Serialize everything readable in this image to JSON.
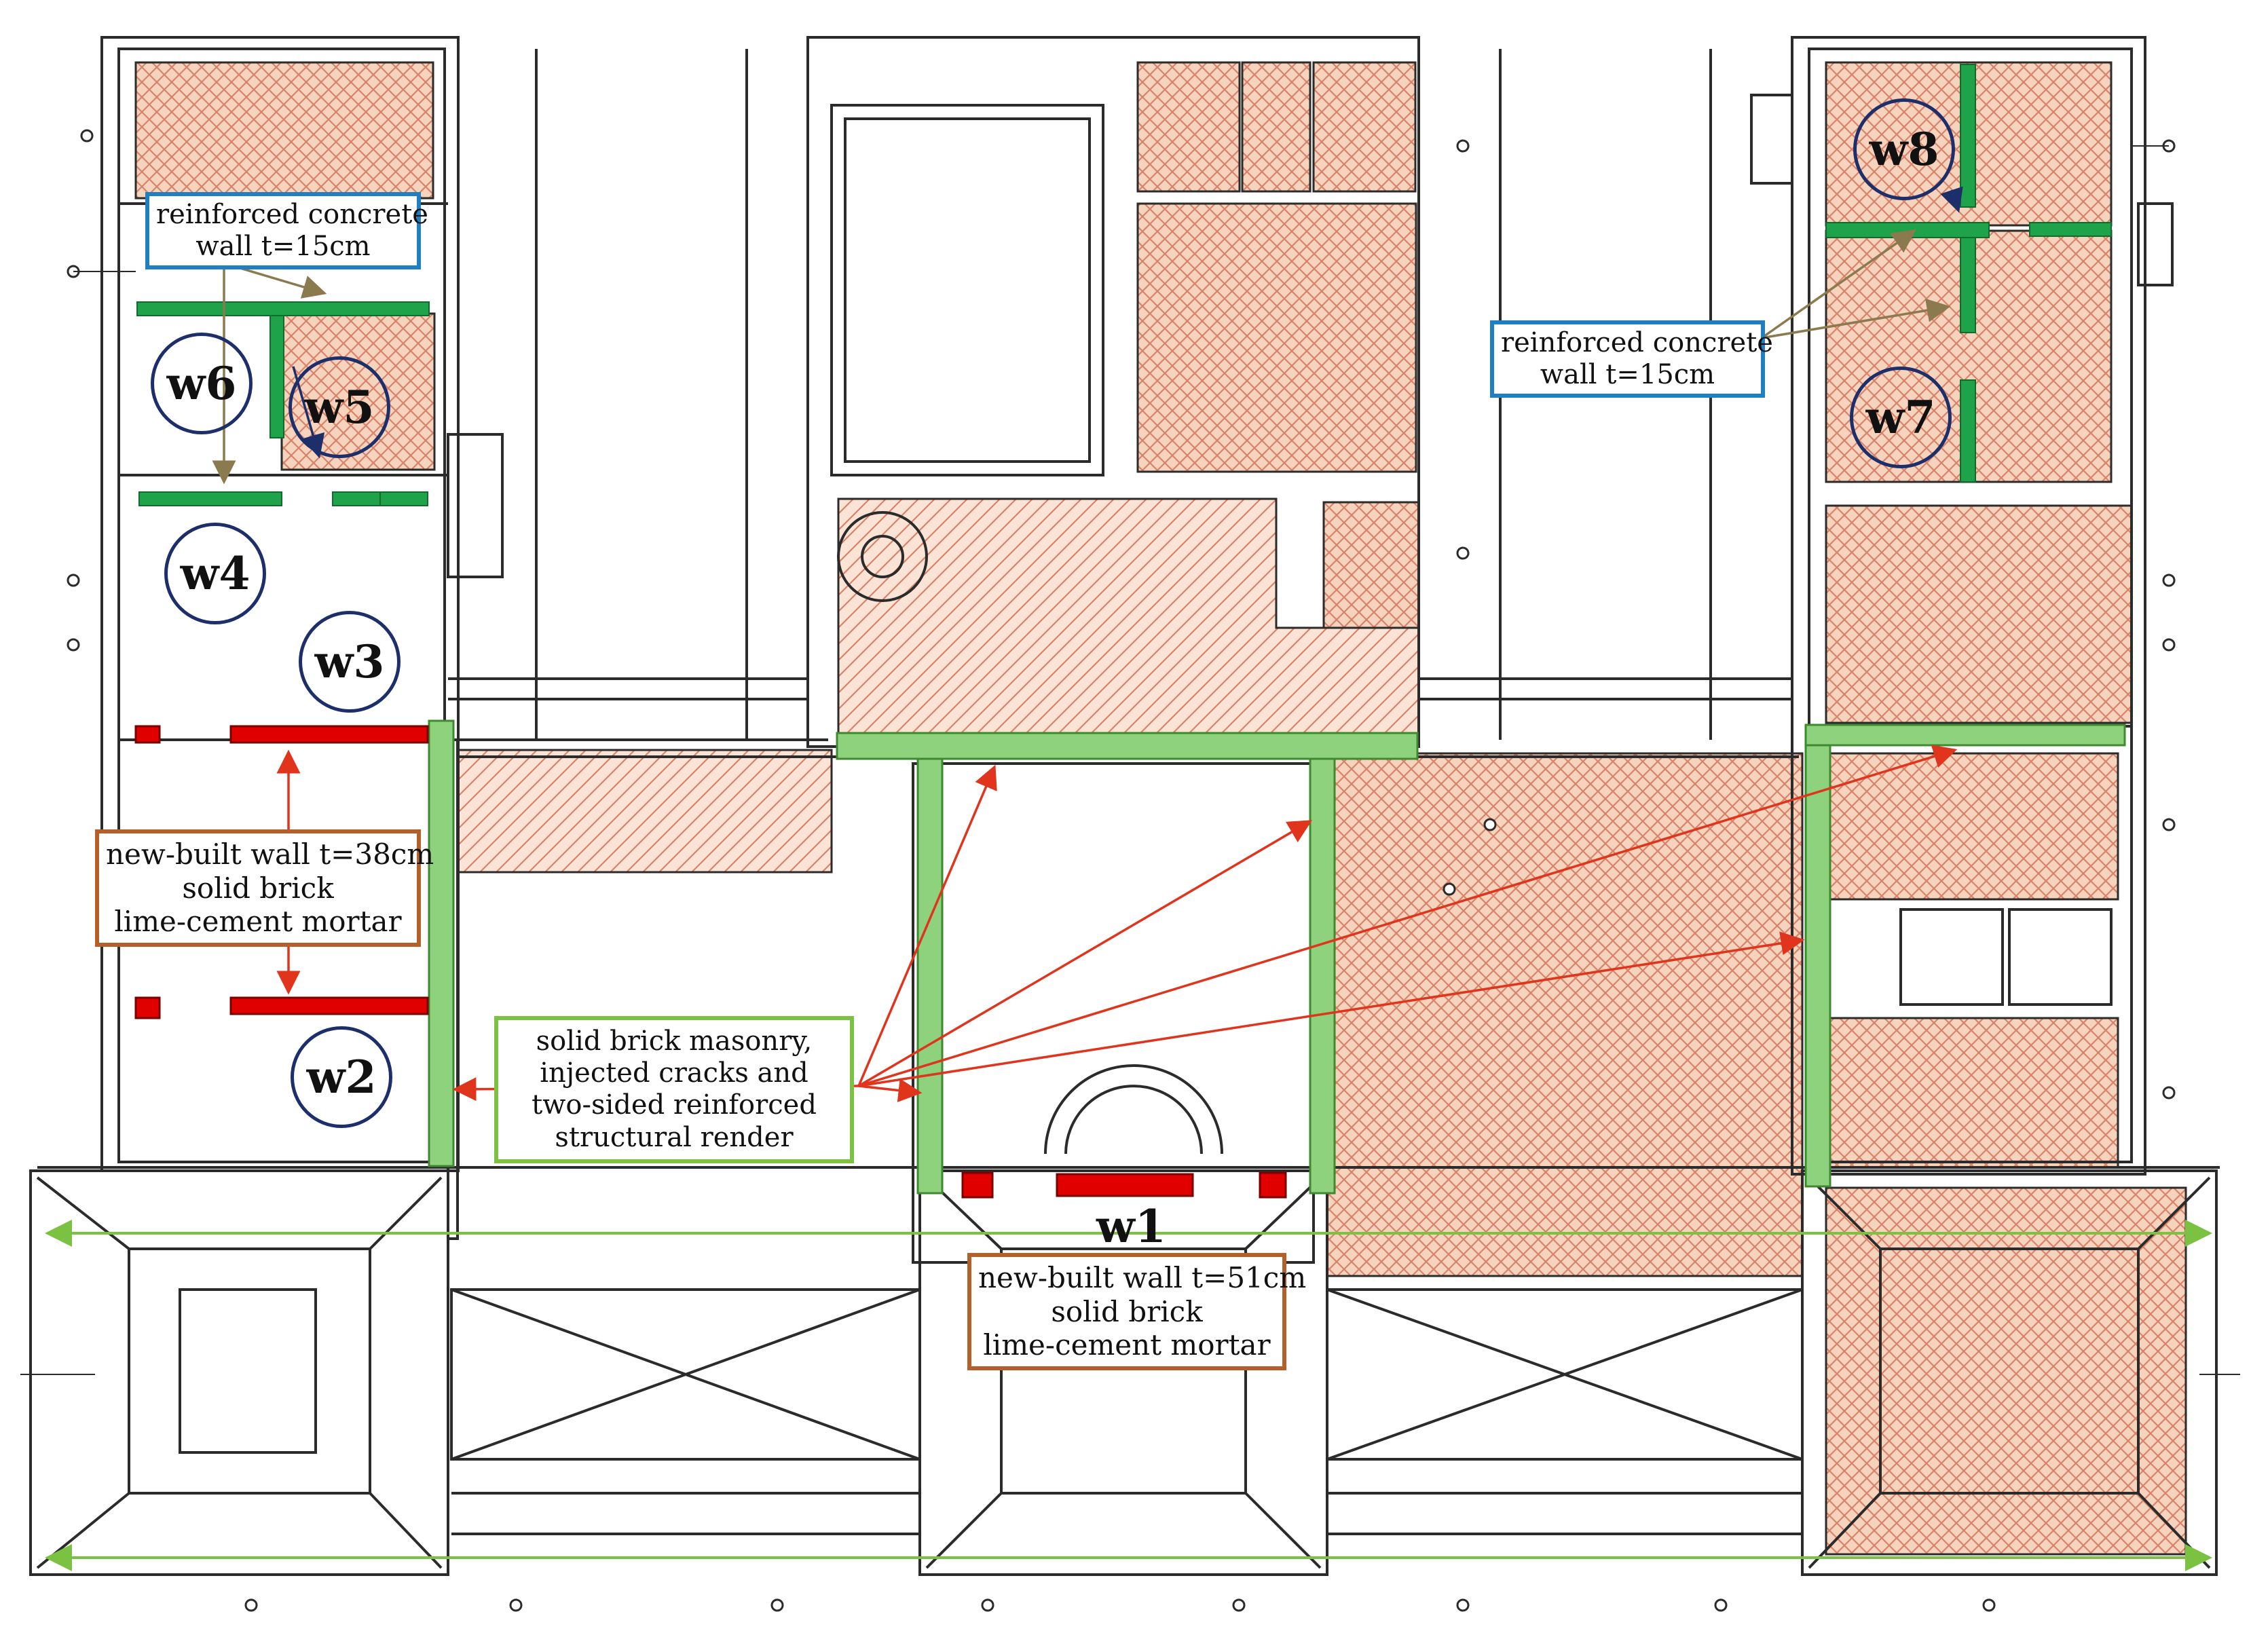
{
  "callouts": {
    "rc_left": [
      "reinforced  concrete",
      "wall t=15cm"
    ],
    "rc_right": [
      "reinforced  concrete",
      "wall t=15cm"
    ],
    "new38": [
      "new-built wall t=38cm",
      "solid brick",
      "lime-cement  mortar"
    ],
    "new51": [
      "new-built wall t=51cm",
      "solid brick",
      "lime-cement  mortar"
    ],
    "masonry": [
      "solid brick masonry,",
      "injected  cracks and",
      "two-sided reinforced",
      "structural render"
    ]
  },
  "wall_labels": {
    "w1": "w1",
    "w2": "w2",
    "w3": "w3",
    "w4": "w4",
    "w5": "w5",
    "w6": "w6",
    "w7": "w7",
    "w8": "w8"
  },
  "colors": {
    "walls_plan": "#2b2b2b",
    "hatch_fill": "#f6d3bd",
    "hatch_line": "#d9826a",
    "green_wall": "#8fd27d",
    "rc_wall": "#1fa34a",
    "new_wall": "#e10000",
    "arrow_red": "#e0341d",
    "arrow_olive": "#8a7a4e",
    "arrow_navy": "#1d2f6b",
    "dim_line": "#7bc142"
  }
}
